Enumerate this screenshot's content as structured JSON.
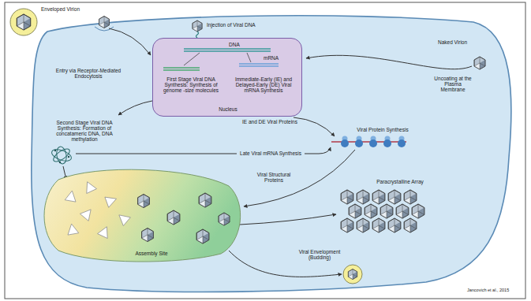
{
  "diagram": {
    "nodes": [
      {
        "text": [
          "DNA",
          "mRNA",
          "First Stage Viral DNA Synthesis: Synthesis of genome -size molecules",
          "Immediate-Early (IE) and Delayed-Early (DE) Viral mRNA Synthesis",
          "Nucleus"
        ]
      },
      {
        "text": [
          "Assembly Site"
        ]
      }
    ],
    "labels": [
      "Enveloped Virion",
      "Injection of Viral DNA",
      "Naked Virion",
      "Entry via Receptor-Mediated Endocytosis",
      "Uncoating at the Plasma Membrane",
      "Second Stage Viral DNA Synthesis: Formation of concatameric DNA, DNA methylation",
      "IE and DE Viral Proteins",
      "Viral Protein Synthesis",
      "Late Viral mRNA Synthesis",
      "Viral Structural Proteins",
      "Paracrystalline Array",
      "Viral Envelopment (Budding)",
      "Jancovich et al., 2015"
    ]
  }
}
